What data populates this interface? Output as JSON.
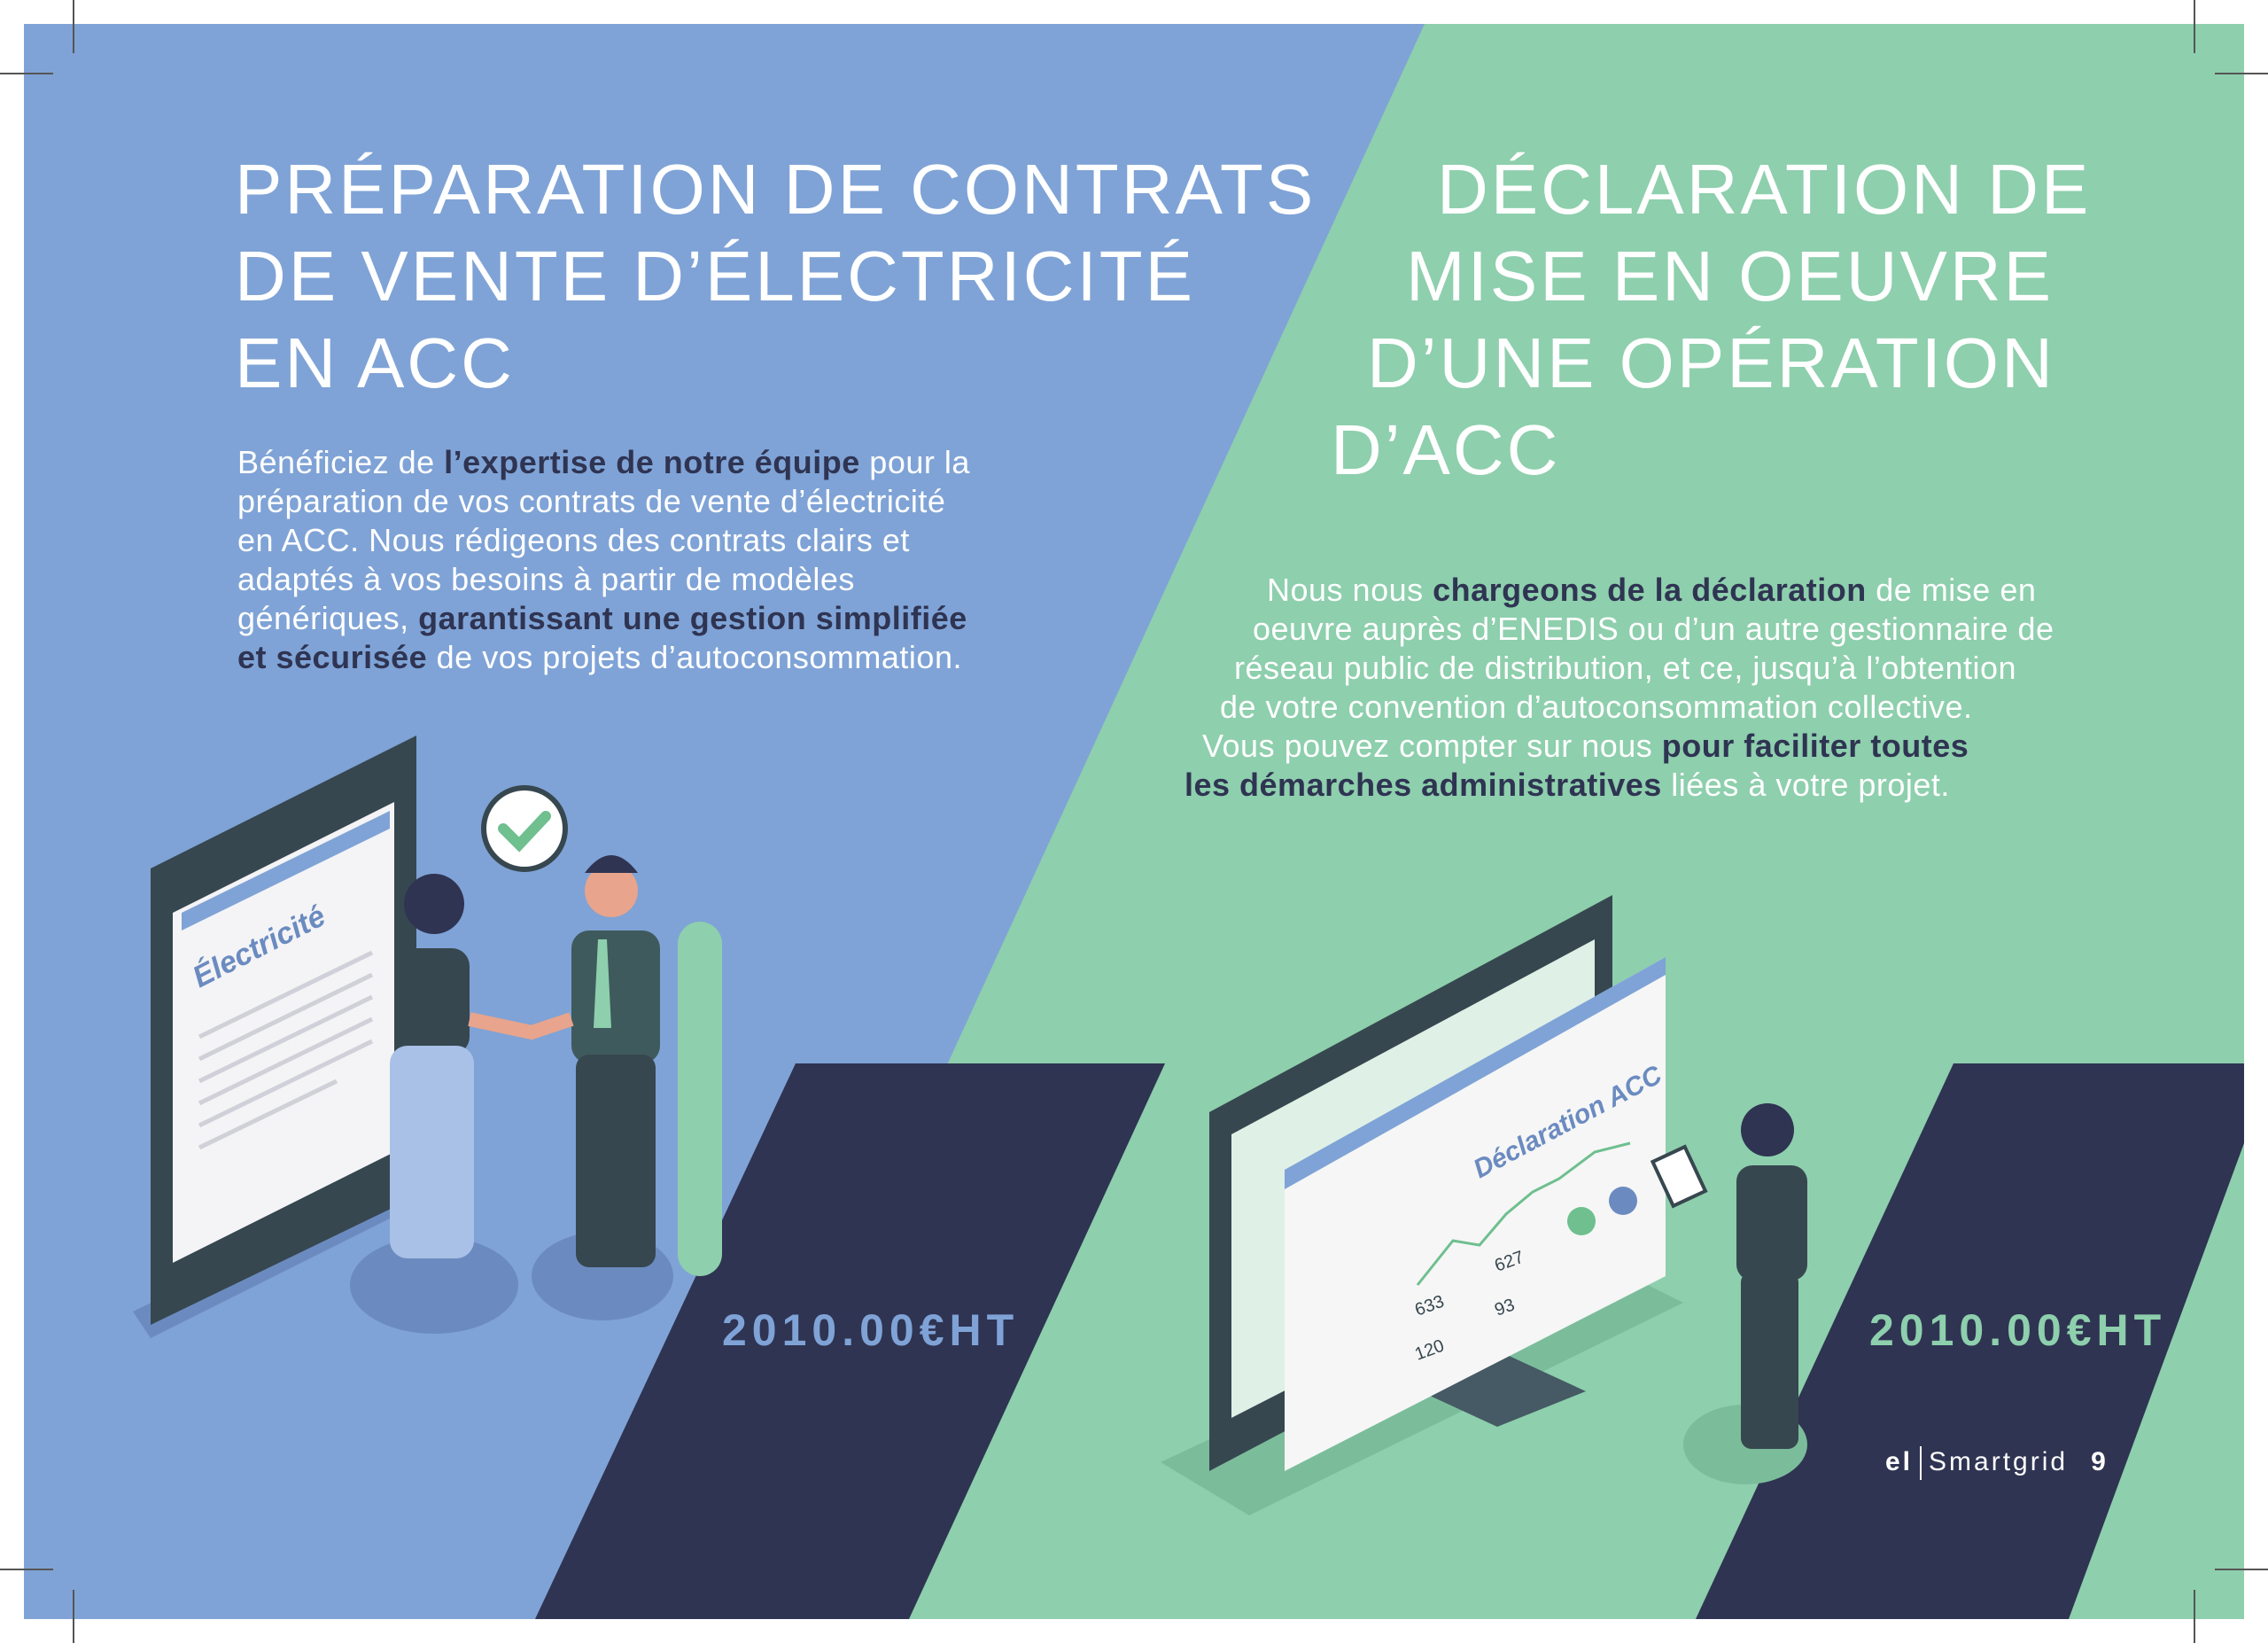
{
  "colors": {
    "blue": "#7fa3d6",
    "green": "#8ecfad",
    "navy": "#2f3452"
  },
  "left": {
    "title_lines": [
      "PRÉPARATION DE CONTRATS",
      "DE VENTE D’ÉLECTRICITÉ",
      "EN ACC"
    ],
    "body": {
      "l1a": "Bénéficiez de ",
      "l1b": "l’expertise de notre équipe",
      "l1c": " pour la",
      "l2": "préparation de vos contrats de vente d’électricité",
      "l3": "en ACC. Nous rédigeons des contrats clairs et",
      "l4": "adaptés à vos besoins à partir de modèles",
      "l5a": "génériques, ",
      "l5b": "garantissant une gestion simplifiée",
      "l6a": "et sécurisée",
      "l6b": " de vos projets d’autoconsommation."
    },
    "price": "2010.00€HT",
    "illustration": {
      "document_title": "Électricité"
    }
  },
  "right": {
    "title_lines": [
      "DÉCLARATION DE",
      "MISE EN OEUVRE",
      "D’UNE OPÉRATION",
      "D’ACC"
    ],
    "body": {
      "l1a": "Nous nous ",
      "l1b": "chargeons de la déclaration",
      "l1c": " de mise en",
      "l2": "oeuvre auprès d’ENEDIS ou d’un autre gestionnaire de",
      "l3": "réseau public de distribution, et ce, jusqu’à l’obtention",
      "l4": "de votre convention d’autoconsommation collective.",
      "l5a": "Vous pouvez compter sur nous ",
      "l5b": "pour faciliter toutes",
      "l6a": "les démarches administratives",
      "l6b": " liées à votre projet."
    },
    "price": "2010.00€HT",
    "illustration": {
      "screen_title": "Déclaration ACC",
      "stats": [
        "633",
        "627",
        "93",
        "120"
      ]
    }
  },
  "footer": {
    "brand_a": "el",
    "brand_b": "Smartgrid",
    "page_number": "9"
  }
}
